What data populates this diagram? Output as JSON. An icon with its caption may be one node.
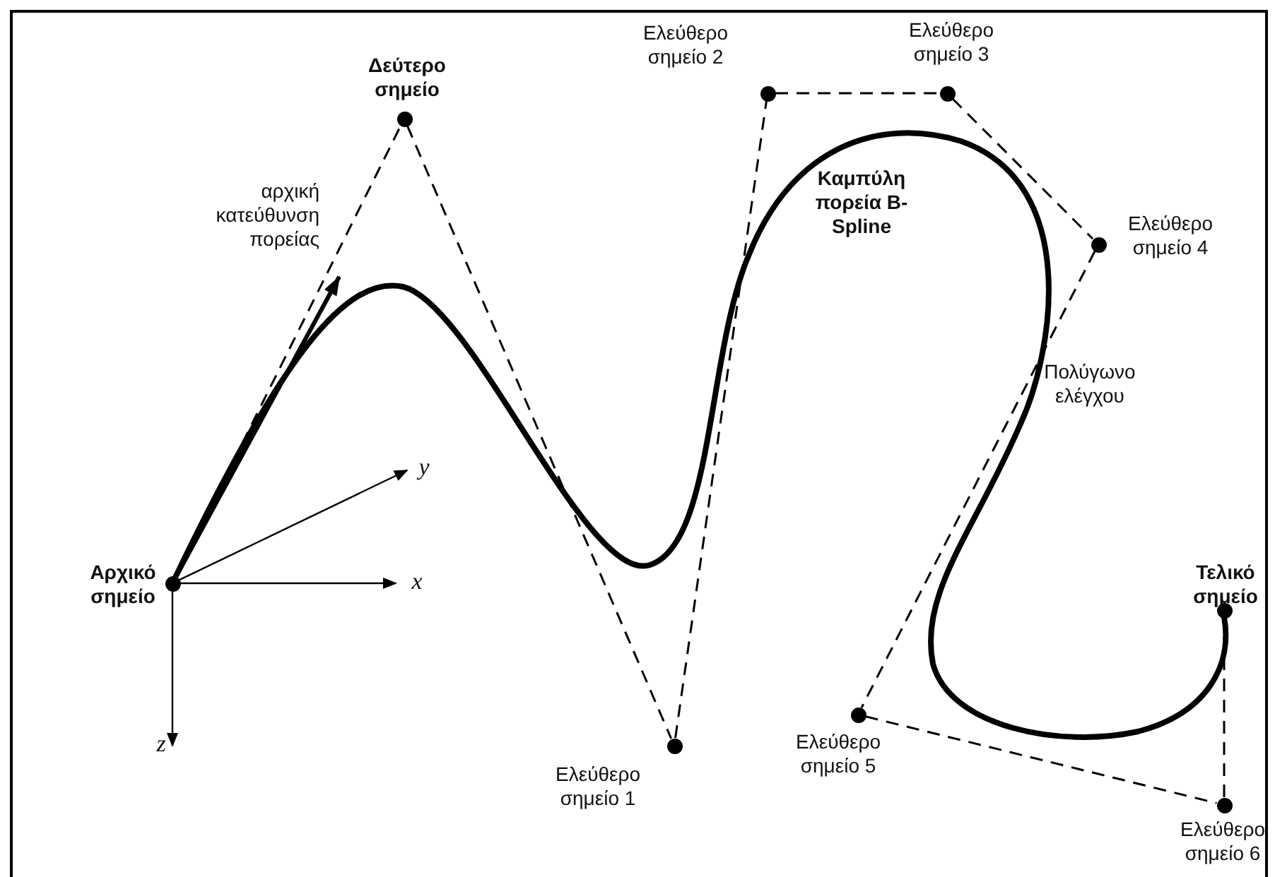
{
  "diagram": {
    "nodes": [
      {
        "text": [],
        "shape": "circle",
        "beside": [
          "Αρχικό σημείο"
        ]
      },
      {
        "text": [],
        "shape": "circle",
        "beside": [
          "Δεύτερο σημείο"
        ]
      },
      {
        "text": [],
        "shape": "circle",
        "beside": [
          "Ελεύθερο σημείο 1"
        ]
      },
      {
        "text": [],
        "shape": "circle",
        "beside": [
          "Ελεύθερο σημείο 2"
        ]
      },
      {
        "text": [],
        "shape": "circle",
        "beside": [
          "Ελεύθερο σημείο 3"
        ]
      },
      {
        "text": [],
        "shape": "circle",
        "beside": [
          "Ελεύθερο σημείο 4"
        ]
      },
      {
        "text": [],
        "shape": "circle",
        "beside": [
          "Ελεύθερο σημείο 5"
        ]
      },
      {
        "text": [],
        "shape": "circle",
        "beside": [
          "Ελεύθερο σημείο 6"
        ]
      },
      {
        "text": [],
        "shape": "circle",
        "beside": [
          "Τελικό σημείο"
        ]
      }
    ],
    "edges": [
      {
        "from": 0,
        "to": 1,
        "arrow": "none",
        "style": "dashed"
      },
      {
        "from": 1,
        "to": 2,
        "arrow": "none",
        "style": "dashed"
      },
      {
        "from": 2,
        "to": 3,
        "arrow": "none",
        "style": "dashed"
      },
      {
        "from": 3,
        "to": 4,
        "arrow": "none",
        "style": "dashed"
      },
      {
        "from": 4,
        "to": 5,
        "arrow": "none",
        "style": "dashed"
      },
      {
        "from": 5,
        "to": 6,
        "arrow": "none",
        "style": "dashed"
      },
      {
        "from": 6,
        "to": 7,
        "arrow": "none",
        "style": "dashed"
      },
      {
        "from": 7,
        "to": 8,
        "arrow": "none",
        "style": "dashed"
      }
    ],
    "labels": [
      "αρχική κατεύθυνση πορείας",
      "Καμπύλη πορεία B-Spline",
      "Πολύγωνο ελέγχου",
      "y",
      "x",
      "z"
    ]
  }
}
